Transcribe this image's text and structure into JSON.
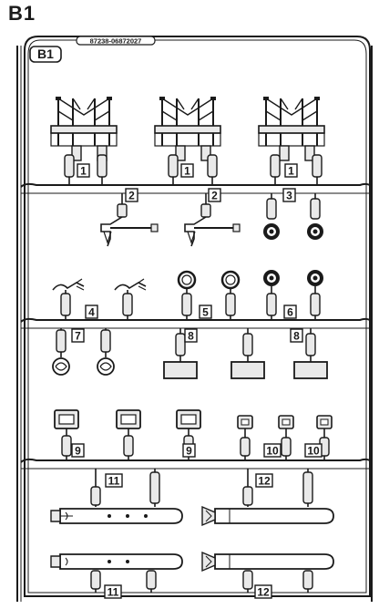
{
  "sheet": {
    "heading": "B1",
    "tab_label": "B1",
    "part_code": "87238-06872027"
  },
  "callouts": [
    {
      "label": "1"
    },
    {
      "label": "1"
    },
    {
      "label": "1"
    },
    {
      "label": "2"
    },
    {
      "label": "2"
    },
    {
      "label": "3"
    },
    {
      "label": "4"
    },
    {
      "label": "5"
    },
    {
      "label": "6"
    },
    {
      "label": "7"
    },
    {
      "label": "8"
    },
    {
      "label": "8"
    },
    {
      "label": "9"
    },
    {
      "label": "9"
    },
    {
      "label": "10"
    },
    {
      "label": "10"
    },
    {
      "label": "11"
    },
    {
      "label": "12"
    },
    {
      "label": "11"
    },
    {
      "label": "12"
    }
  ],
  "colors": {
    "ink": "#1a1a1a",
    "paper": "#ffffff",
    "fill": "#e9e9e9"
  }
}
